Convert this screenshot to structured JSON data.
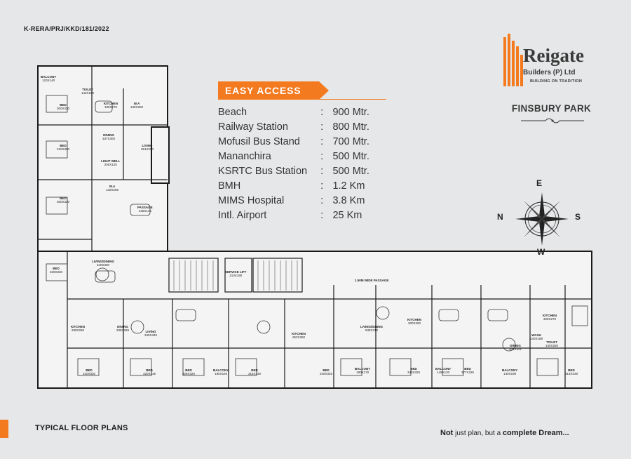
{
  "rera": "K-RERA/PRJ/KKD/181/2022",
  "access": {
    "title": "EASY ACCESS",
    "items": [
      {
        "name": "Beach",
        "colon": ":",
        "dist": "900 Mtr."
      },
      {
        "name": "Railway Station",
        "colon": ":",
        "dist": "800 Mtr."
      },
      {
        "name": "Mofusil Bus Stand",
        "colon": ":",
        "dist": "700 Mtr."
      },
      {
        "name": "Mananchira",
        "colon": ":",
        "dist": "500 Mtr."
      },
      {
        "name": "KSRTC Bus Station",
        "colon": ":",
        "dist": "500 Mtr."
      },
      {
        "name": "BMH",
        "colon": ":",
        "dist": "1.2 Km"
      },
      {
        "name": "MIMS Hospital",
        "colon": ":",
        "dist": "3.8 Km"
      },
      {
        "name": "Intl. Airport",
        "colon": ":",
        "dist": "25 Km"
      }
    ]
  },
  "brand": {
    "name": "Reigate",
    "subtitle": "Builders (P) Ltd",
    "tagline": "BUILDING ON TRADITION",
    "project": "FINSBURY PARK",
    "accent": "#f47a20"
  },
  "compass": {
    "n": "N",
    "e": "E",
    "s": "S",
    "w": "W"
  },
  "footer": {
    "label": "TYPICAL FLOOR PLANS",
    "tag_not": "Not",
    "tag_mid": " just plan, but a ",
    "tag_end": "complete Dream..."
  },
  "plan_labels": [
    {
      "name": "BALCONY",
      "dim": "120X140"
    },
    {
      "name": "TOILET",
      "dim": "143X150"
    },
    {
      "name": "BED",
      "dim": "300X320"
    },
    {
      "name": "KITCHEN",
      "dim": "195X270"
    },
    {
      "name": "W.A",
      "dim": "130X200"
    },
    {
      "name": "DINING",
      "dim": "337X300"
    },
    {
      "name": "BED",
      "dim": "310X380"
    },
    {
      "name": "LIVING",
      "dim": "361X290"
    },
    {
      "name": "LIGHT WELL",
      "dim": "200X125"
    },
    {
      "name": "BED",
      "dim": "300X320"
    },
    {
      "name": "W.A",
      "dim": "120X265"
    },
    {
      "name": "PASSAGE",
      "dim": "425X145"
    },
    {
      "name": "LIVING/DINING",
      "dim": "340X300"
    },
    {
      "name": "BED",
      "dim": "330X330"
    },
    {
      "name": "SERVICE LIFT",
      "dim": "210X190"
    },
    {
      "name": "1.50M WIDE PASSAGE",
      "dim": ""
    },
    {
      "name": "KITCHEN",
      "dim": "298X260"
    },
    {
      "name": "DINING",
      "dim": "338X329"
    },
    {
      "name": "LIVING",
      "dim": "340X340"
    },
    {
      "name": "BED",
      "dim": "310X330"
    },
    {
      "name": "BED",
      "dim": "320X335"
    },
    {
      "name": "BED",
      "dim": "328X320"
    },
    {
      "name": "BALCONY",
      "dim": "180X184"
    },
    {
      "name": "BED",
      "dim": "315X330"
    },
    {
      "name": "KITCHEN",
      "dim": "253X250"
    },
    {
      "name": "BED",
      "dim": "340X325"
    },
    {
      "name": "LIVING/DINING",
      "dim": "538X310"
    },
    {
      "name": "BALCONY",
      "dim": "180X170"
    },
    {
      "name": "BED",
      "dim": "340X325"
    },
    {
      "name": "KITCHEN",
      "dim": "300X260"
    },
    {
      "name": "BALCONY",
      "dim": "145X130"
    },
    {
      "name": "BED",
      "dim": "377X325"
    },
    {
      "name": "BALCONY",
      "dim": "140X190"
    },
    {
      "name": "DINING",
      "dim": "301X321"
    },
    {
      "name": "KITCHEN",
      "dim": "328X270"
    },
    {
      "name": "BED",
      "dim": "313X349"
    },
    {
      "name": "TOILET",
      "dim": "140X250"
    },
    {
      "name": "WASH",
      "dim": "140X189"
    }
  ]
}
